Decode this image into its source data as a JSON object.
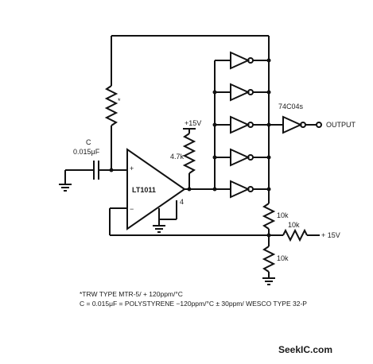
{
  "labels": {
    "capacitor_ref": "C",
    "capacitor_value": "0.015μF",
    "supply_top": "+15V",
    "pullup_resistor": "4.7k",
    "opamp": "LT1011",
    "pin4": "4",
    "plus_input": "+",
    "minus_input": "−",
    "thermistor_mark": "*",
    "inverter_part": "74C04s",
    "output": "OUTPUT",
    "r_top_divider": "10k",
    "r_series": "10k",
    "r_bottom_divider": "10k",
    "supply_right": "+ 15V"
  },
  "notes": {
    "line1": "*TRW TYPE MTR-5/ + 120ppm/°C",
    "line2": "C = 0.015μF = POLYSTYRENE −120ppm/°C ± 30ppm/ WESCO TYPE 32-P"
  },
  "footer": {
    "watermark": "SeekIC.com"
  }
}
